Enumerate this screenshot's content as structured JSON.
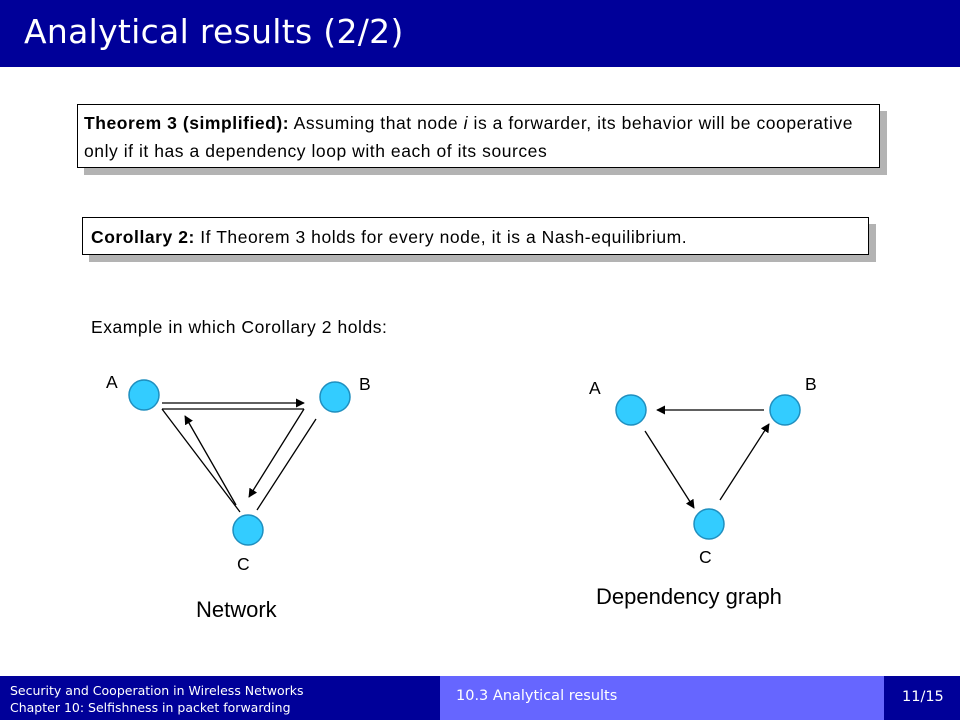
{
  "slide": {
    "title": "Analytical results (2/2)"
  },
  "theorem": {
    "label": "Theorem 3 (simplified):",
    "text_before_var": " Assuming that node ",
    "var": "i",
    "text_after_var": " is a forwarder, its behavior will be cooperative only if it has a dependency loop with each of its sources"
  },
  "corollary": {
    "label": "Corollary 2:",
    "text": " If Theorem 3 holds for every node, it is a Nash-equilibrium."
  },
  "example_text": "Example in which Corollary 2 holds:",
  "network": {
    "caption": "Network",
    "nodes": [
      {
        "id": "A",
        "label": "A"
      },
      {
        "id": "B",
        "label": "B"
      },
      {
        "id": "C",
        "label": "C"
      }
    ]
  },
  "dependency_graph": {
    "caption": "Dependency graph",
    "nodes": [
      {
        "id": "A",
        "label": "A"
      },
      {
        "id": "B",
        "label": "B"
      },
      {
        "id": "C",
        "label": "C"
      }
    ]
  },
  "colors": {
    "node_fill": "#33ccff",
    "node_stroke": "#1f8fbf",
    "title_bar": "#000099",
    "footer_section": "#6666ff"
  },
  "footer": {
    "course": "Security and Cooperation in Wireless Networks",
    "chapter": "Chapter 10: Selfishness in packet forwarding",
    "section": "10.3 Analytical results",
    "page": "11/15"
  }
}
